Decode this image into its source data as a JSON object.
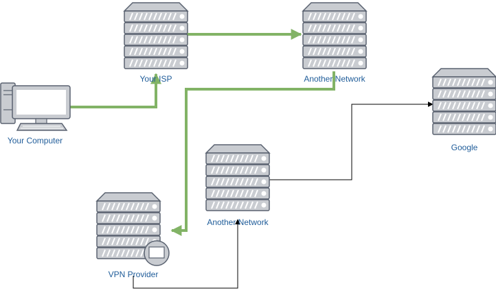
{
  "diagram": {
    "nodes": {
      "your_computer": {
        "label": "Your Computer",
        "icon": "desktop-computer-icon"
      },
      "your_isp": {
        "label": "Your ISP",
        "icon": "server-rack-icon"
      },
      "another_network_top": {
        "label": "Another Network",
        "icon": "server-rack-icon"
      },
      "google": {
        "label": "Google",
        "icon": "server-rack-icon"
      },
      "another_network_mid": {
        "label": "Another Network",
        "icon": "server-rack-icon"
      },
      "vpn_provider": {
        "label": "VPN Provider",
        "icon": "vpn-server-icon"
      }
    },
    "edges": [
      {
        "from": "your_computer",
        "to": "your_isp",
        "style": "thick-green"
      },
      {
        "from": "your_isp",
        "to": "another_network_top",
        "style": "thick-green"
      },
      {
        "from": "another_network_top",
        "to": "vpn_provider",
        "style": "thick-green"
      },
      {
        "from": "vpn_provider",
        "to": "another_network_mid",
        "style": "thin-black"
      },
      {
        "from": "another_network_mid",
        "to": "google",
        "style": "thin-black"
      }
    ],
    "colors": {
      "green_path": "#82b366",
      "black_path": "#000000",
      "label_text": "#1f5c99",
      "server_fill": "#c9ccd1",
      "server_stroke": "#5a6270"
    }
  }
}
